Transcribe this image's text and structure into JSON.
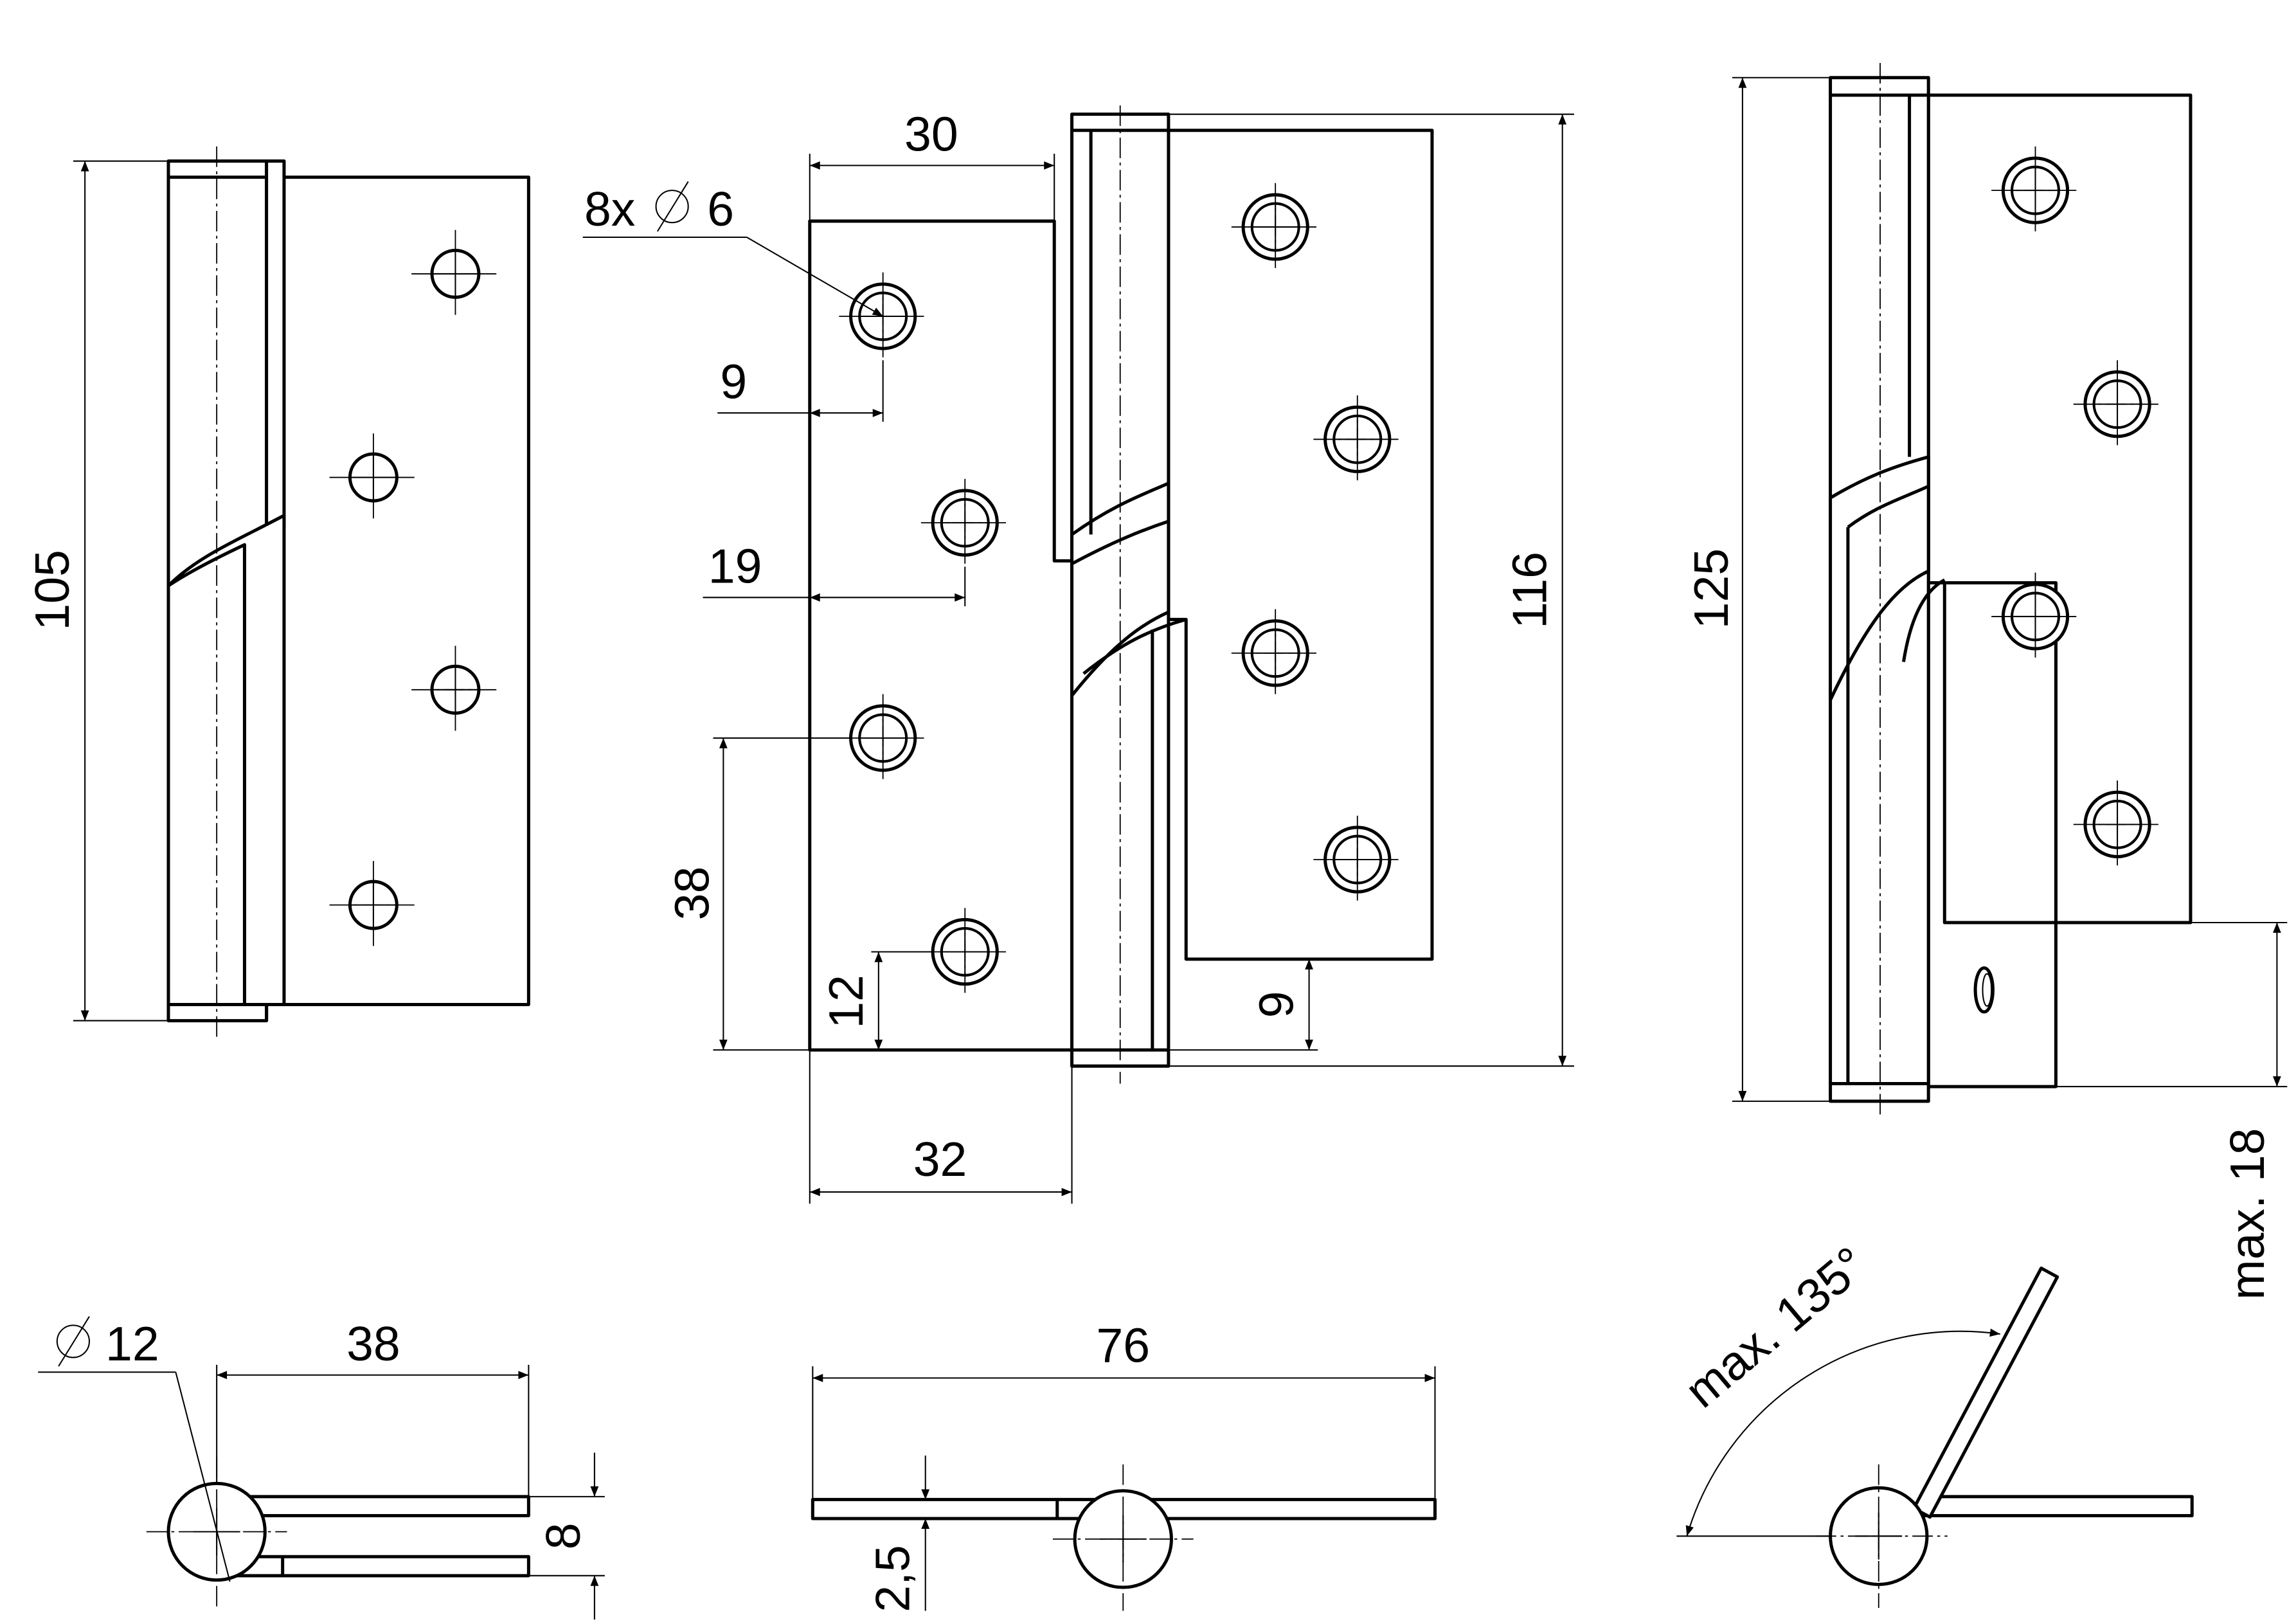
{
  "dimensions": {
    "height_left": "105",
    "hole_spec_count": "8x",
    "hole_spec_diameter": "6",
    "leaf_width_top": "30",
    "hole_edge_offset": "9",
    "hole_offset_inner": "19",
    "hole_spacing": "38",
    "hole_bottom_offset": "12",
    "leaf_width_bottom": "32",
    "hole_bottom_offset_right": "9",
    "height_middle": "116",
    "height_right": "125",
    "knuckle_diameter": "12",
    "leaf_length_plan": "38",
    "closed_thickness": "8",
    "open_width": "76",
    "leaf_thickness": "2,5",
    "max_opening_angle": "max. 135°",
    "max_offset": "max. 18"
  }
}
